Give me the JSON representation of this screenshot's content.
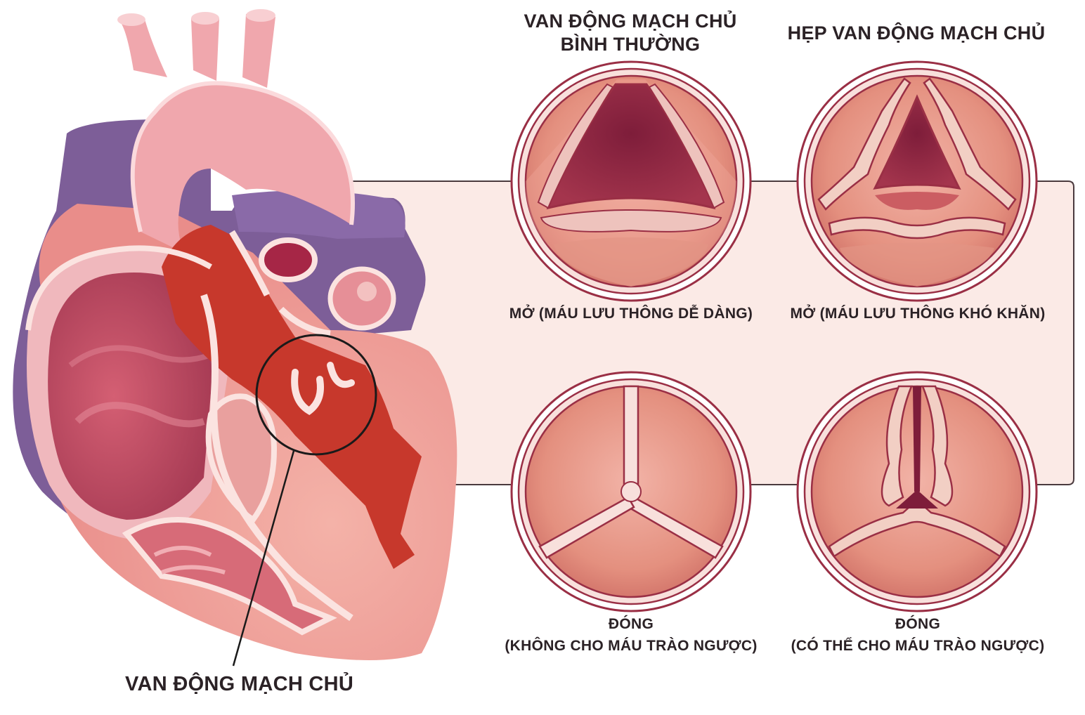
{
  "headers": {
    "normal_line1": "VAN ĐỘNG MẠCH CHỦ",
    "normal_line2": "BÌNH THƯỜNG",
    "stenosis": "HẸP VAN ĐỘNG MẠCH CHỦ"
  },
  "captions": {
    "normal_open": "MỞ (MÁU LƯU THÔNG DỄ DÀNG)",
    "stenosis_open": "MỞ (MÁU LƯU THÔNG KHÓ KHĂN)",
    "normal_closed_line1": "ĐÓNG",
    "normal_closed_line2": "(KHÔNG CHO MÁU TRÀO NGƯỢC)",
    "stenosis_closed_line1": "ĐÓNG",
    "stenosis_closed_line2": "(CÓ THỂ CHO MÁU TRÀO NGƯỢC)"
  },
  "heart_label": "VAN ĐỘNG MẠCH CHỦ",
  "colors": {
    "outline": "#9a2f45",
    "valve_fill": "#e59585",
    "valve_ring": "#f8e0dc",
    "panel_bg": "#fbeae6",
    "blood_red": "#c7382c",
    "vein_purple": "#7d5e98",
    "muscle": "#c24d62",
    "aorta_pink": "#f0a7ad",
    "text": "#2b2226"
  }
}
